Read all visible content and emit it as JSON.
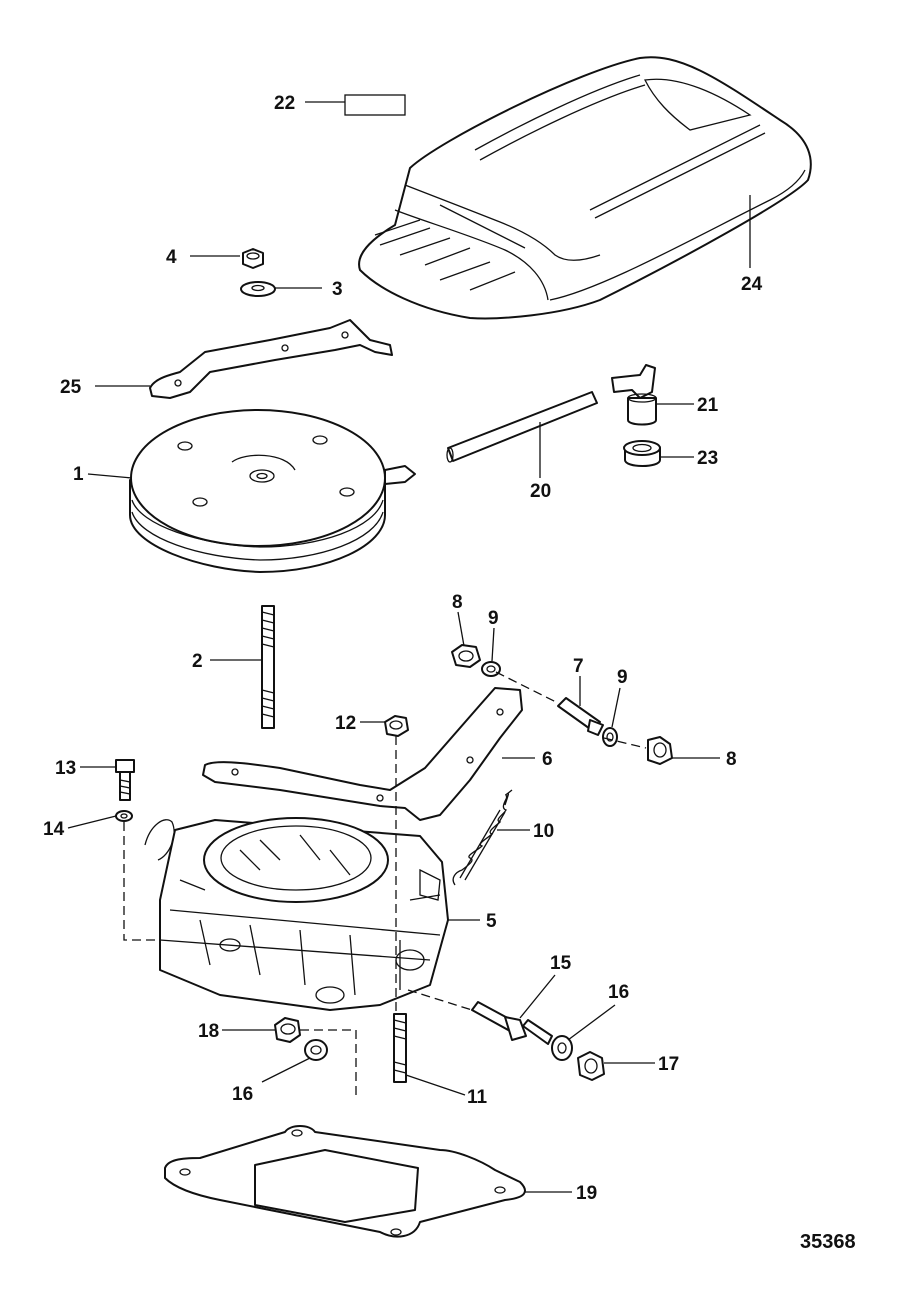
{
  "figure_number": "35368",
  "callouts": [
    {
      "id": "c1",
      "label": "1"
    },
    {
      "id": "c2",
      "label": "2"
    },
    {
      "id": "c3",
      "label": "3"
    },
    {
      "id": "c4",
      "label": "4"
    },
    {
      "id": "c5",
      "label": "5"
    },
    {
      "id": "c6",
      "label": "6"
    },
    {
      "id": "c7",
      "label": "7"
    },
    {
      "id": "c8a",
      "label": "8"
    },
    {
      "id": "c8b",
      "label": "8"
    },
    {
      "id": "c9a",
      "label": "9"
    },
    {
      "id": "c9b",
      "label": "9"
    },
    {
      "id": "c10",
      "label": "10"
    },
    {
      "id": "c11",
      "label": "11"
    },
    {
      "id": "c12",
      "label": "12"
    },
    {
      "id": "c13",
      "label": "13"
    },
    {
      "id": "c14",
      "label": "14"
    },
    {
      "id": "c15",
      "label": "15"
    },
    {
      "id": "c16a",
      "label": "16"
    },
    {
      "id": "c16b",
      "label": "16"
    },
    {
      "id": "c17",
      "label": "17"
    },
    {
      "id": "c18",
      "label": "18"
    },
    {
      "id": "c19",
      "label": "19"
    },
    {
      "id": "c20",
      "label": "20"
    },
    {
      "id": "c21",
      "label": "21"
    },
    {
      "id": "c22",
      "label": "22"
    },
    {
      "id": "c23",
      "label": "23"
    },
    {
      "id": "c24",
      "label": "24"
    },
    {
      "id": "c25",
      "label": "25"
    }
  ]
}
